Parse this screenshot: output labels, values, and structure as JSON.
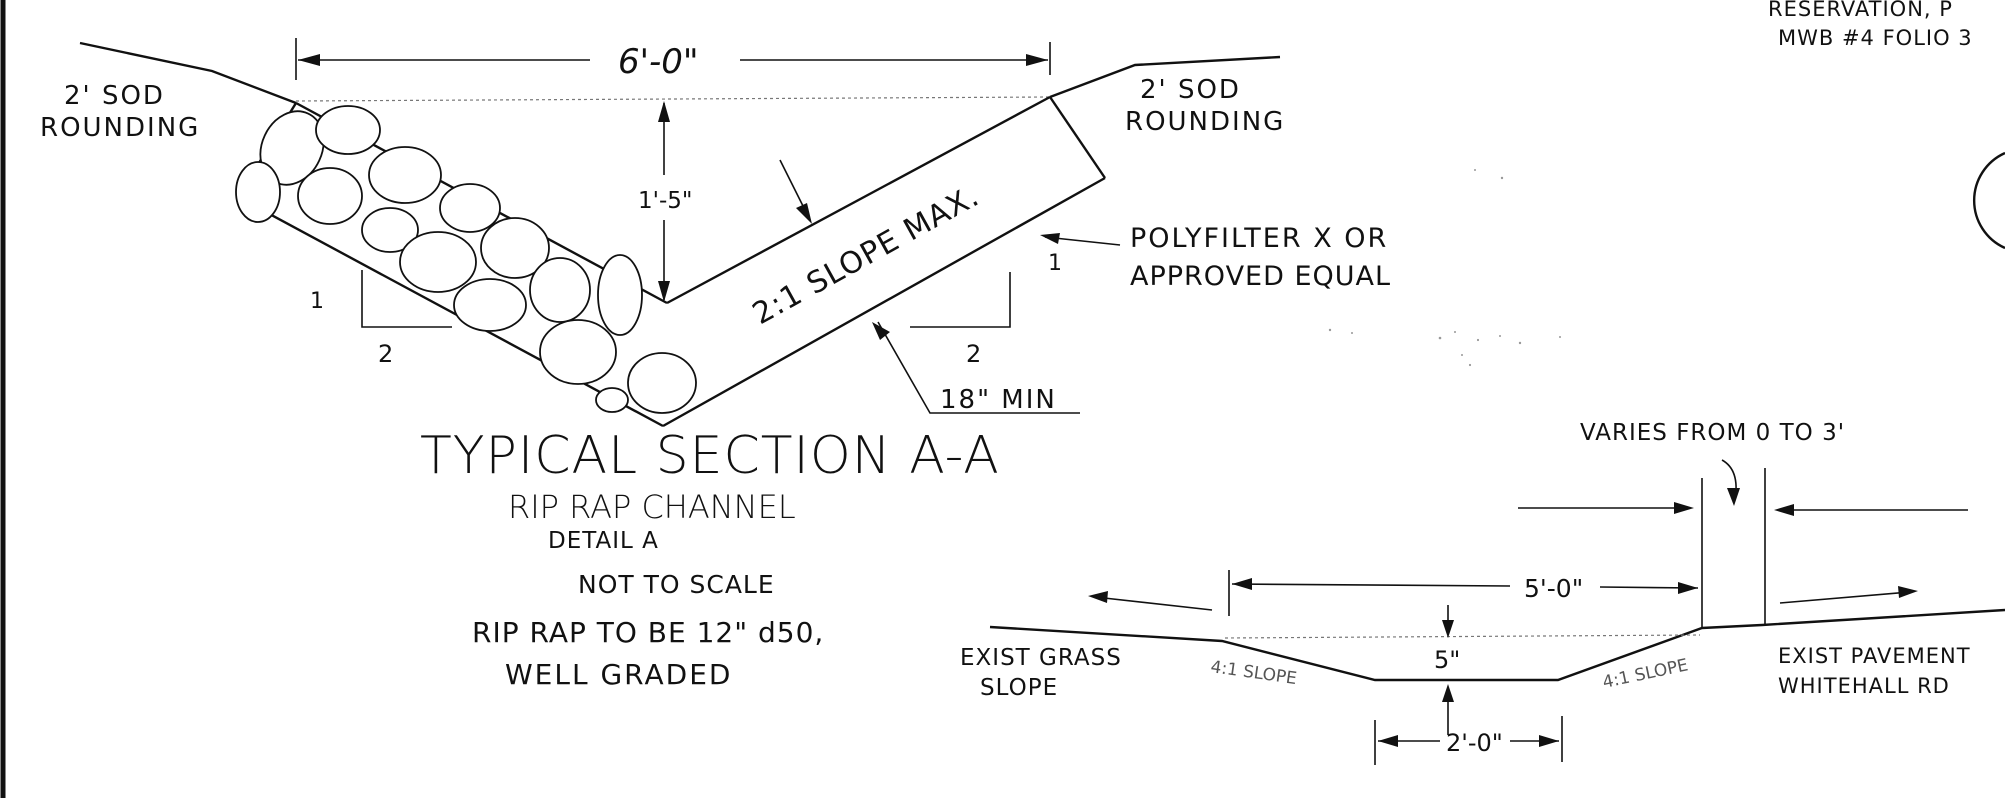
{
  "header": {
    "reference_line1": "RESERVATION, P",
    "reference_line2": "MWB #4 FOLIO 3"
  },
  "section_a": {
    "top_width": "6'-0\"",
    "left_sod": [
      "2' SOD",
      "ROUNDING"
    ],
    "right_sod": [
      "2' SOD",
      "ROUNDING"
    ],
    "depth": "1'-5\"",
    "slope_label": "2:1 SLOPE MAX.",
    "filter_note": [
      "POLYFILTER X OR",
      "APPROVED EQUAL"
    ],
    "left_ratio_rise": "1",
    "left_ratio_run": "2",
    "right_ratio_rise": "1",
    "right_ratio_run": "2",
    "min_thickness": "18\" MIN",
    "title": "TYPICAL SECTION A-A",
    "subtitle": "RIP RAP CHANNEL",
    "detail": "DETAIL A",
    "scale_note": "NOT TO SCALE",
    "riprap_note_line1": "RIP RAP TO BE 12\" d50,",
    "riprap_note_line2": "WELL GRADED"
  },
  "section_b": {
    "varies_note": "VARIES FROM 0 TO 3'",
    "width": "5'-0\"",
    "depth": "5\"",
    "bottom_width": "2'-0\"",
    "left_slope": "4:1 SLOPE",
    "right_slope": "4:1 SLOPE",
    "left_label": [
      "EXIST GRASS",
      "SLOPE"
    ],
    "right_label": [
      "EXIST PAVEMENT",
      "WHITEHALL RD"
    ]
  }
}
